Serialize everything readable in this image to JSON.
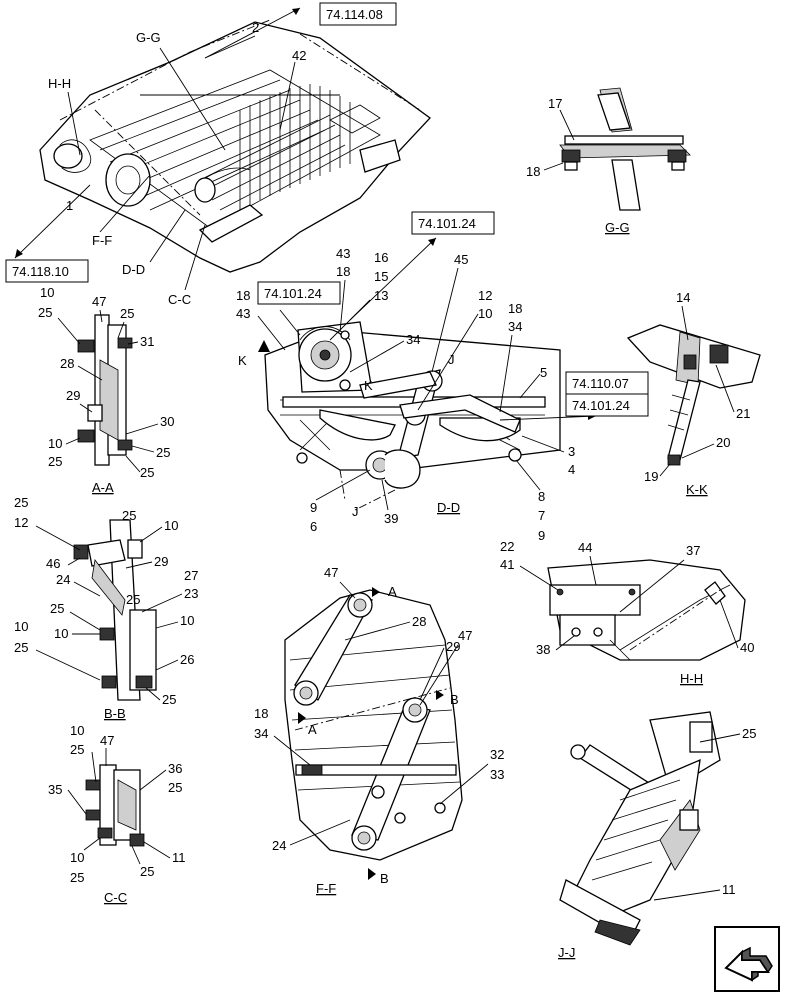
{
  "views": {
    "gg": "G-G",
    "hh": "H-H",
    "ff": "F-F",
    "dd": "D-D",
    "cc": "C-C",
    "aa": "A-A",
    "bb": "B-B",
    "kk": "K-K",
    "jj": "J-J"
  },
  "section_marks": {
    "k": "K",
    "j": "J",
    "a": "A",
    "b": "B"
  },
  "references": {
    "r1": "74.114.08",
    "r2": "74.118.10",
    "r3": "74.101.24",
    "r4": "74.101.24",
    "r5": "74.110.07",
    "r6": "74.101.24"
  },
  "callouts": {
    "main": [
      "2",
      "42",
      "1"
    ],
    "gg": [
      "17",
      "18"
    ],
    "aa": [
      "10",
      "47",
      "25",
      "25",
      "31",
      "28",
      "29",
      "30",
      "10",
      "25",
      "25",
      "25"
    ],
    "bb": [
      "25",
      "12",
      "25",
      "10",
      "46",
      "29",
      "24",
      "27",
      "23",
      "25",
      "25",
      "10",
      "10",
      "10",
      "26",
      "25",
      "25"
    ],
    "cc": [
      "10",
      "25",
      "47",
      "35",
      "36",
      "25",
      "10",
      "25",
      "25",
      "11"
    ],
    "dd": [
      "43",
      "18",
      "16",
      "15",
      "13",
      "45",
      "18",
      "43",
      "12",
      "10",
      "34",
      "18",
      "34",
      "5",
      "3",
      "4",
      "8",
      "7",
      "9",
      "9",
      "6",
      "39"
    ],
    "kk": [
      "14",
      "21",
      "20",
      "19"
    ],
    "hh": [
      "22",
      "41",
      "44",
      "37",
      "38",
      "40"
    ],
    "ff": [
      "47",
      "28",
      "29",
      "47",
      "18",
      "34",
      "32",
      "33",
      "24"
    ],
    "jj": [
      "25",
      "11"
    ]
  },
  "nav": {
    "icon": "arrow-icon"
  }
}
